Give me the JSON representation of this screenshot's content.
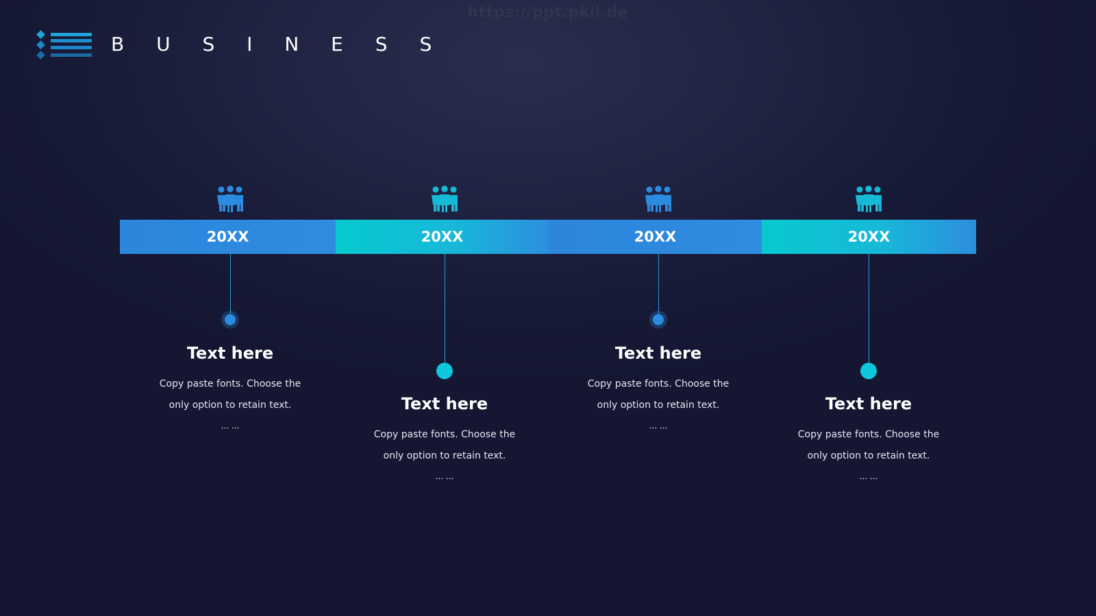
{
  "watermark": "https://ppt.pkil.de",
  "header": {
    "brand": "B U S I N E S S"
  },
  "colors": {
    "blue": "#2b86dc",
    "cyan": "#07c9cf",
    "background": "#1a1d3a"
  },
  "milestones": [
    {
      "year": "20XX",
      "icon": "team-icon",
      "title": "Text here",
      "description": "Copy paste fonts. Choose the only option to retain text.",
      "ellipsis": "... ..."
    },
    {
      "year": "20XX",
      "icon": "team-icon",
      "title": "Text here",
      "description": "Copy paste fonts. Choose the only option to retain text.",
      "ellipsis": "... ..."
    },
    {
      "year": "20XX",
      "icon": "team-icon",
      "title": "Text here",
      "description": "Copy paste fonts. Choose the only option to retain text.",
      "ellipsis": "... ..."
    },
    {
      "year": "20XX",
      "icon": "team-icon",
      "title": "Text here",
      "description": "Copy paste fonts. Choose the only option to retain text.",
      "ellipsis": "... ..."
    }
  ]
}
